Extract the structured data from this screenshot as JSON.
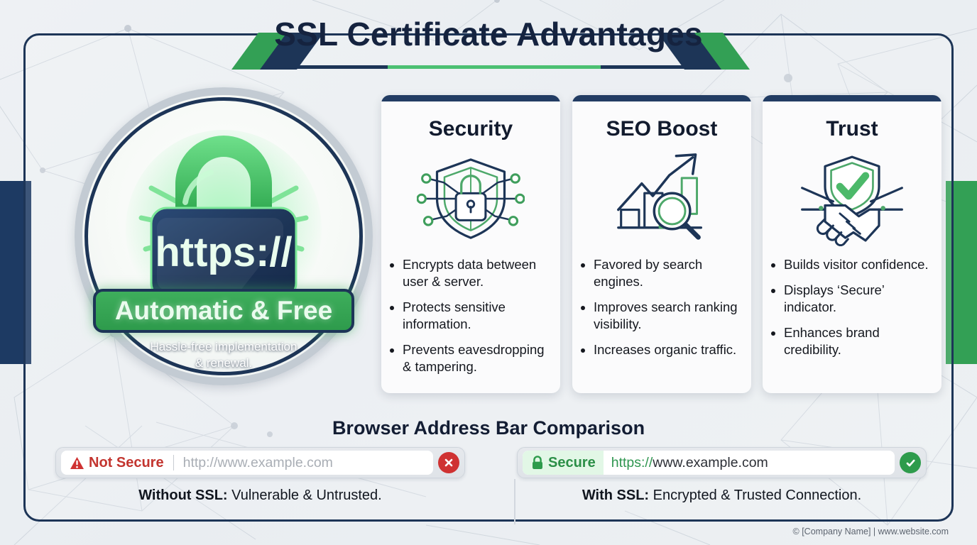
{
  "title": "SSL Certificate Advantages",
  "badge": {
    "lock_text": "https://",
    "pill_label": "Automatic & Free",
    "subtitle_line1": "Hassle-free implementation",
    "subtitle_line2": "& renewal."
  },
  "cards": [
    {
      "title": "Security",
      "icon": "shield-lock-network-icon",
      "bullets": [
        "Encrypts data between user & server.",
        "Protects sensitive information.",
        "Prevents eavesdropping & tampering."
      ]
    },
    {
      "title": "SEO Boost",
      "icon": "growth-chart-magnifier-icon",
      "bullets": [
        "Favored by search engines.",
        "Improves search ranking visibility.",
        "Increases organic traffic."
      ]
    },
    {
      "title": "Trust",
      "icon": "handshake-shield-check-icon",
      "bullets": [
        "Builds visitor confidence.",
        "Displays ‘Secure’ indicator.",
        "Enhances brand credibility."
      ]
    }
  ],
  "comparison": {
    "heading": "Browser Address Bar Comparison",
    "without": {
      "chip_icon": "warning-triangle-icon",
      "chip_label": "Not Secure",
      "url": "http://www.example.com",
      "status_icon": "cross-circle-icon",
      "caption_bold": "Without SSL:",
      "caption_rest": " Vulnerable & Untrusted."
    },
    "with": {
      "chip_icon": "padlock-icon",
      "chip_label": "Secure",
      "url_scheme": "https://",
      "url_rest": "www.example.com",
      "status_icon": "check-circle-icon",
      "caption_bold": "With SSL:",
      "caption_rest": " Encrypted & Trusted Connection."
    }
  },
  "footer": "© [Company Name] | www.website.com",
  "colors": {
    "navy": "#1d3557",
    "green": "#33a055",
    "red": "#c3352f",
    "background": "#eceff3"
  }
}
